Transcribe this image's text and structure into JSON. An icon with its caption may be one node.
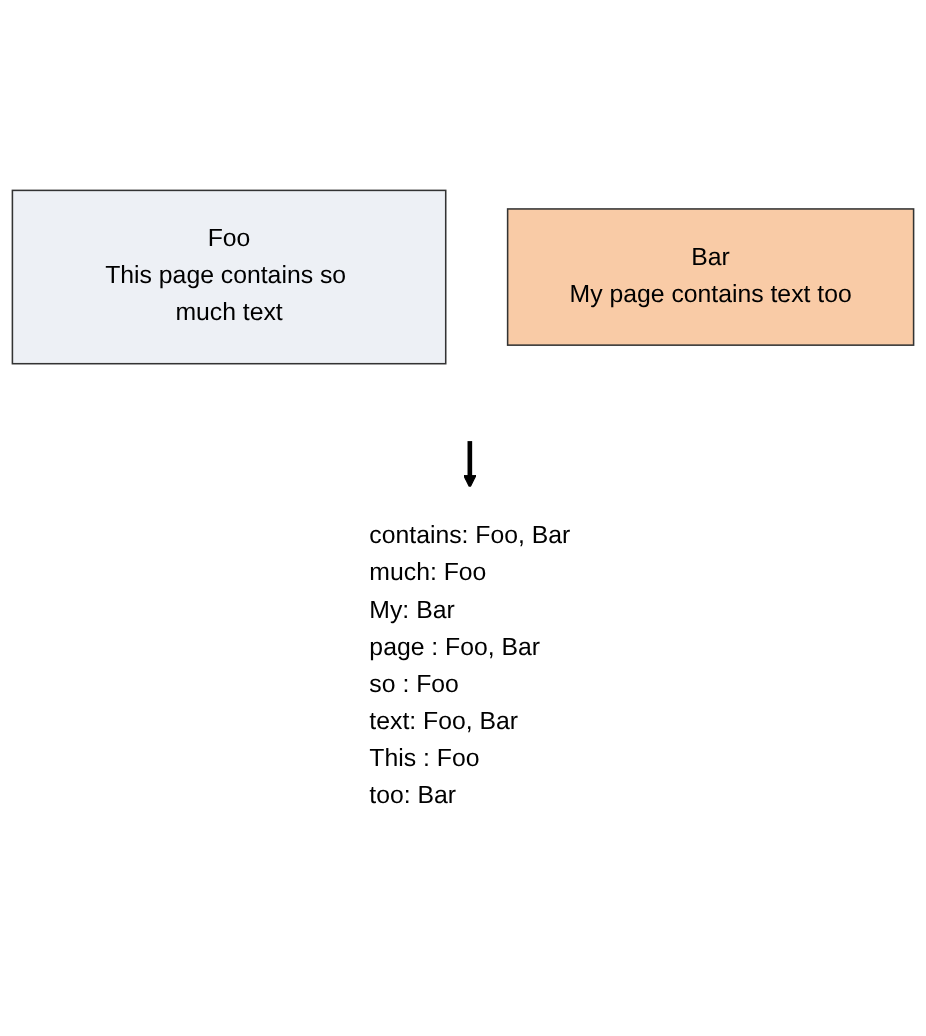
{
  "diagram": {
    "nodes": [
      {
        "text": [
          "Foo",
          "This page contains so much text"
        ]
      },
      {
        "text": [
          "Bar",
          "My page contains text too"
        ]
      },
      {
        "text": [
          "contains: Foo, Bar",
          "much: Foo",
          "My: Bar",
          "page : Foo, Bar",
          "so : Foo",
          "text: Foo, Bar",
          "This : Foo",
          "too: Bar"
        ]
      }
    ],
    "edges": [
      {
        "from": null,
        "to": 2,
        "arrow": "to"
      }
    ]
  }
}
